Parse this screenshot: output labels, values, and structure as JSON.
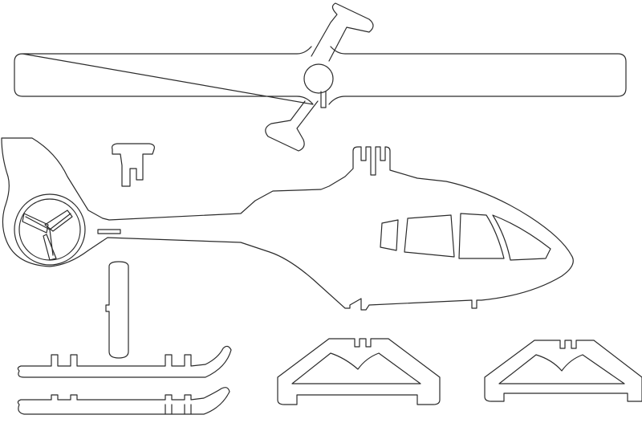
{
  "diagram": {
    "kind": "helicopter cut-out template",
    "line_color": "#2b2b2b",
    "background": "#ffffff",
    "parts": [
      {
        "name": "main-rotor-blade"
      },
      {
        "name": "tail-rotor-cross"
      },
      {
        "name": "rotor-hub-cap"
      },
      {
        "name": "fuselage"
      },
      {
        "name": "skid-strut"
      },
      {
        "name": "landing-skid-upper"
      },
      {
        "name": "landing-skid-lower"
      },
      {
        "name": "skid-stand-left"
      },
      {
        "name": "skid-stand-right"
      }
    ]
  }
}
